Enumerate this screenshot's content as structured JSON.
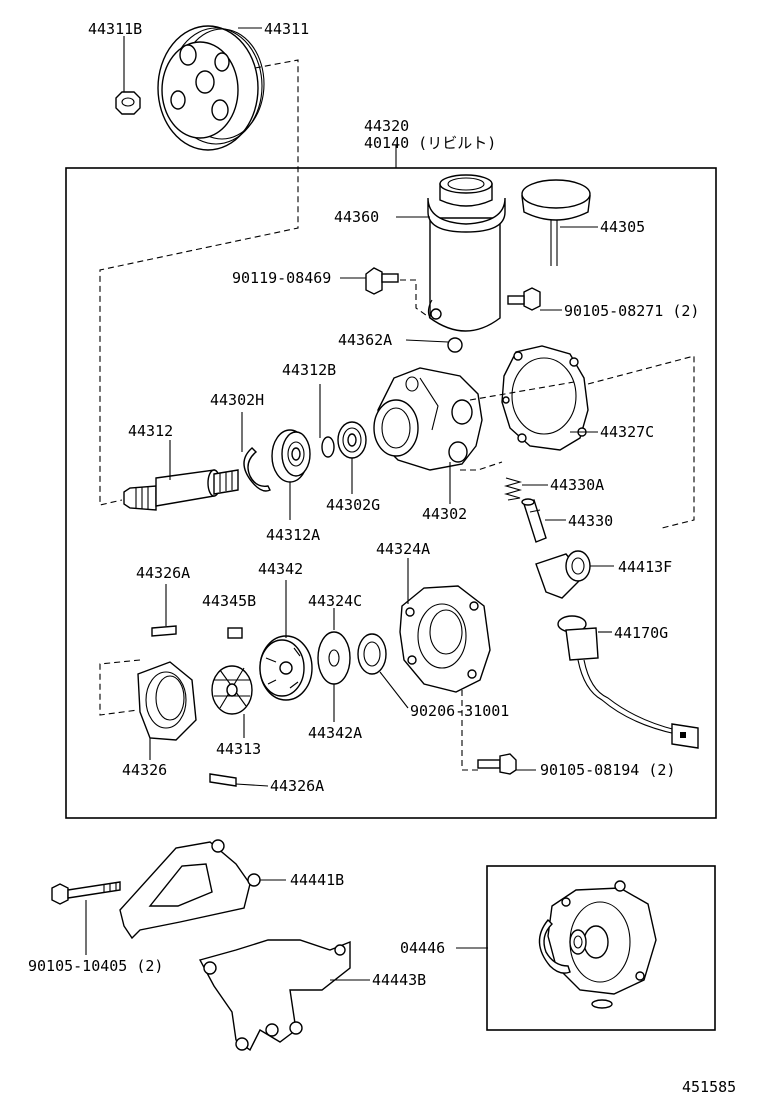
{
  "labels": {
    "44311B": "44311B",
    "44311": "44311",
    "44320": "44320",
    "40140": "40140 (リビルト)",
    "44360": "44360",
    "44305": "44305",
    "90119_08469": "90119-08469",
    "90105_08271": "90105-08271 (2)",
    "44362A": "44362A",
    "44312B": "44312B",
    "44302H": "44302H",
    "44312": "44312",
    "44327C": "44327C",
    "44330A": "44330A",
    "44302G": "44302G",
    "44302": "44302",
    "44330": "44330",
    "44312A": "44312A",
    "44324A": "44324A",
    "44326A_top": "44326A",
    "44342": "44342",
    "44413F": "44413F",
    "44345B": "44345B",
    "44324C": "44324C",
    "44170G": "44170G",
    "90206_31001": "90206-31001",
    "44313": "44313",
    "44342A": "44342A",
    "44326": "44326",
    "90105_08194": "90105-08194 (2)",
    "44326A_bottom": "44326A",
    "44441B": "44441B",
    "90105_10405": "90105-10405 (2)",
    "04446": "04446",
    "44443B": "44443B",
    "diagram_id": "451585"
  }
}
